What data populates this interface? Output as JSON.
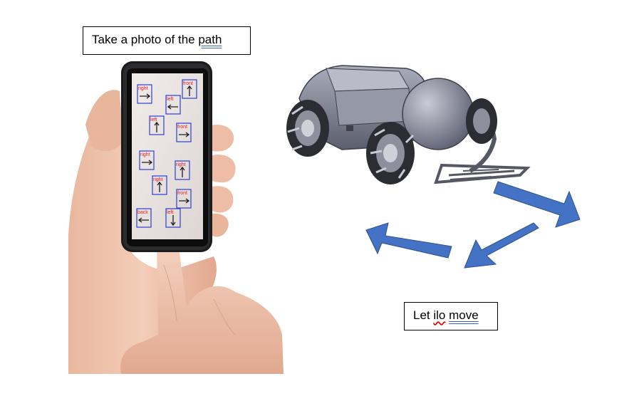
{
  "labels": {
    "photo_prefix": "Take a photo of the ",
    "photo_underlined": "path",
    "move_prefix": "Let ",
    "move_wavy": "ilo",
    "move_space": " ",
    "move_underlined": "move"
  },
  "phone_markers": [
    {
      "label": "right",
      "arrow": "right"
    },
    {
      "label": "front",
      "arrow": "up"
    },
    {
      "label": "left",
      "arrow": "left"
    },
    {
      "label": "left",
      "arrow": "up"
    },
    {
      "label": "front",
      "arrow": "right"
    },
    {
      "label": "right",
      "arrow": "right"
    },
    {
      "label": "right",
      "arrow": "up"
    },
    {
      "label": "right",
      "arrow": "up"
    },
    {
      "label": "front",
      "arrow": "right"
    },
    {
      "label": "back",
      "arrow": "left"
    },
    {
      "label": "left",
      "arrow": "down"
    }
  ],
  "colors": {
    "arrow_fill": "#4472c4",
    "marker_text": "#e8202a",
    "marker_box": "#2d3fd0",
    "robot_body": "#8a8d9c"
  }
}
